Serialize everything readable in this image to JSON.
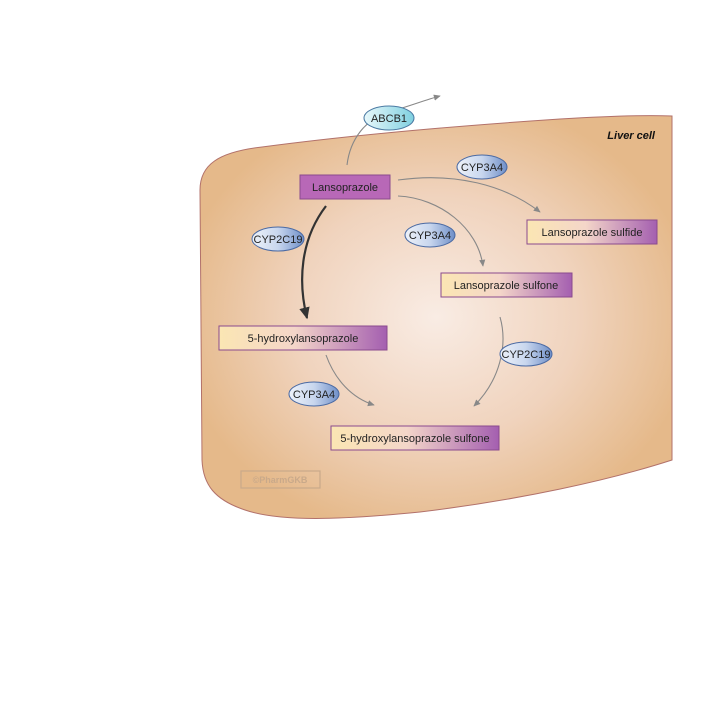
{
  "cell_label": "Liver cell",
  "watermark": "©PharmGKB",
  "compounds": {
    "lansoprazole": "Lansoprazole",
    "lansoprazole_sulfide": "Lansoprazole sulfide",
    "lansoprazole_sulfone": "Lansoprazole sulfone",
    "hydroxylansoprazole": "5-hydroxylansoprazole",
    "hydroxylansoprazole_sulfone": "5-hydroxylansoprazole sulfone"
  },
  "enzymes": {
    "abcb1": "ABCB1",
    "cyp3a4_sulfide": "CYP3A4",
    "cyp2c19_hydroxy": "CYP2C19",
    "cyp3a4_sulfone": "CYP3A4",
    "cyp2c19_sulfone": "CYP2C19",
    "cyp3a4_hydroxy": "CYP3A4"
  },
  "colors": {
    "cell_fill": "#e5b98a",
    "cell_center": "#f9ece4",
    "cell_stroke": "#b2716a",
    "compound_start": "#fbe6b3",
    "compound_end": "#a45fb0",
    "compound_solid": "#b868b7",
    "enzyme_start": "#e8eef8",
    "enzyme_end": "#6f8fc8",
    "transporter": "#8ed8e6",
    "arrow": "#888888",
    "arrow_major": "#333333"
  }
}
